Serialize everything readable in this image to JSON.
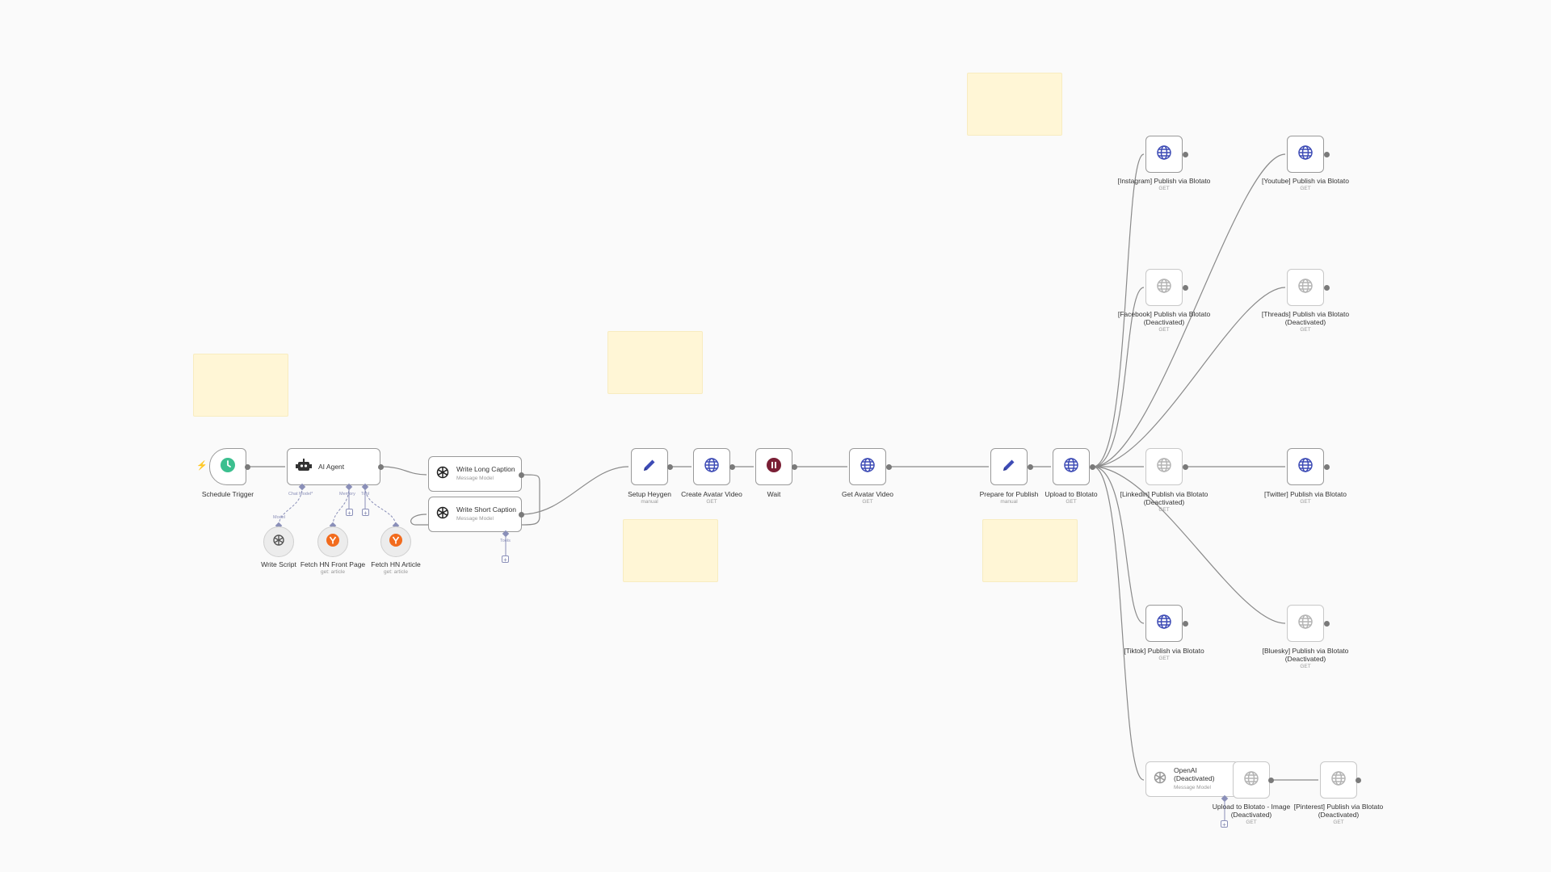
{
  "canvas": {
    "trigger_bolt": "⚡"
  },
  "nodes": {
    "schedule_trigger": {
      "title": "Schedule Trigger",
      "icon": "clock-icon"
    },
    "ai_agent": {
      "title": "AI Agent",
      "icon": "robot-icon",
      "port_chat": "Chat Model*",
      "port_memory": "Memory",
      "port_tool": "Tool"
    },
    "write_script": {
      "title": "Write Script",
      "port": "Model",
      "icon": "openai-icon"
    },
    "fetch_front": {
      "title": "Fetch HN Front Page",
      "sub": "get: article",
      "icon": "hackernews-icon"
    },
    "fetch_article": {
      "title": "Fetch HN Article",
      "sub": "get: article",
      "icon": "hackernews-icon"
    },
    "write_long": {
      "title": "Write Long Caption",
      "sub": "Message Model",
      "icon": "openai-icon"
    },
    "write_short": {
      "title": "Write Short Caption",
      "sub": "Message Model",
      "icon": "openai-icon",
      "port": "Tools"
    },
    "setup_heygen": {
      "title": "Setup Heygen",
      "sub": "manual",
      "icon": "pencil-icon"
    },
    "create_avatar": {
      "title": "Create Avatar Video",
      "sub": "GET",
      "icon": "globe-icon"
    },
    "wait": {
      "title": "Wait",
      "icon": "pause-icon"
    },
    "get_avatar": {
      "title": "Get Avatar Video",
      "sub": "GET",
      "icon": "globe-icon"
    },
    "prepare_publish": {
      "title": "Prepare for Publish",
      "sub": "manual",
      "icon": "pencil-icon"
    },
    "upload_blotato": {
      "title": "Upload to Blotato",
      "sub": "GET",
      "icon": "globe-icon"
    },
    "instagram": {
      "title": "[Instagram] Publish via Blotato",
      "sub": "GET",
      "icon": "globe-icon"
    },
    "youtube": {
      "title": "[Youtube] Publish via Blotato",
      "sub": "GET",
      "icon": "globe-icon"
    },
    "facebook": {
      "title": "[Facebook] Publish via Blotato (Deactivated)",
      "sub": "GET",
      "icon": "globe-icon"
    },
    "threads": {
      "title": "[Threads] Publish via Blotato (Deactivated)",
      "sub": "GET",
      "icon": "globe-icon"
    },
    "linkedin": {
      "title": "[Linkedin] Publish via Blotato (Deactivated)",
      "sub": "GET",
      "icon": "globe-icon"
    },
    "twitter": {
      "title": "[Twitter] Publish via Blotato",
      "sub": "GET",
      "icon": "globe-icon"
    },
    "tiktok": {
      "title": "[Tiktok] Publish via Blotato",
      "sub": "GET",
      "icon": "globe-icon"
    },
    "bluesky": {
      "title": "[Bluesky] Publish via Blotato (Deactivated)",
      "sub": "GET",
      "icon": "globe-icon"
    },
    "openai_deact": {
      "title": "OpenAI (Deactivated)",
      "sub": "Message Model",
      "icon": "openai-icon"
    },
    "upload_image": {
      "title": "Upload to Blotato - Image (Deactivated)",
      "sub": "GET",
      "icon": "globe-icon"
    },
    "pinterest": {
      "title": "[Pinterest] Publish via Blotato (Deactivated)",
      "sub": "GET",
      "icon": "globe-icon"
    }
  },
  "colors": {
    "canvas_bg": "#fafafa",
    "sticky": "#fff6d6",
    "edge": "#8a8a8a",
    "sub_edge": "#8a8fb8",
    "globe": "#3d4bb5",
    "clock": "#3cbf8f",
    "wait": "#7a1f35",
    "hackernews": "#f26b1d",
    "trigger_bolt": "#ff6d5a"
  }
}
